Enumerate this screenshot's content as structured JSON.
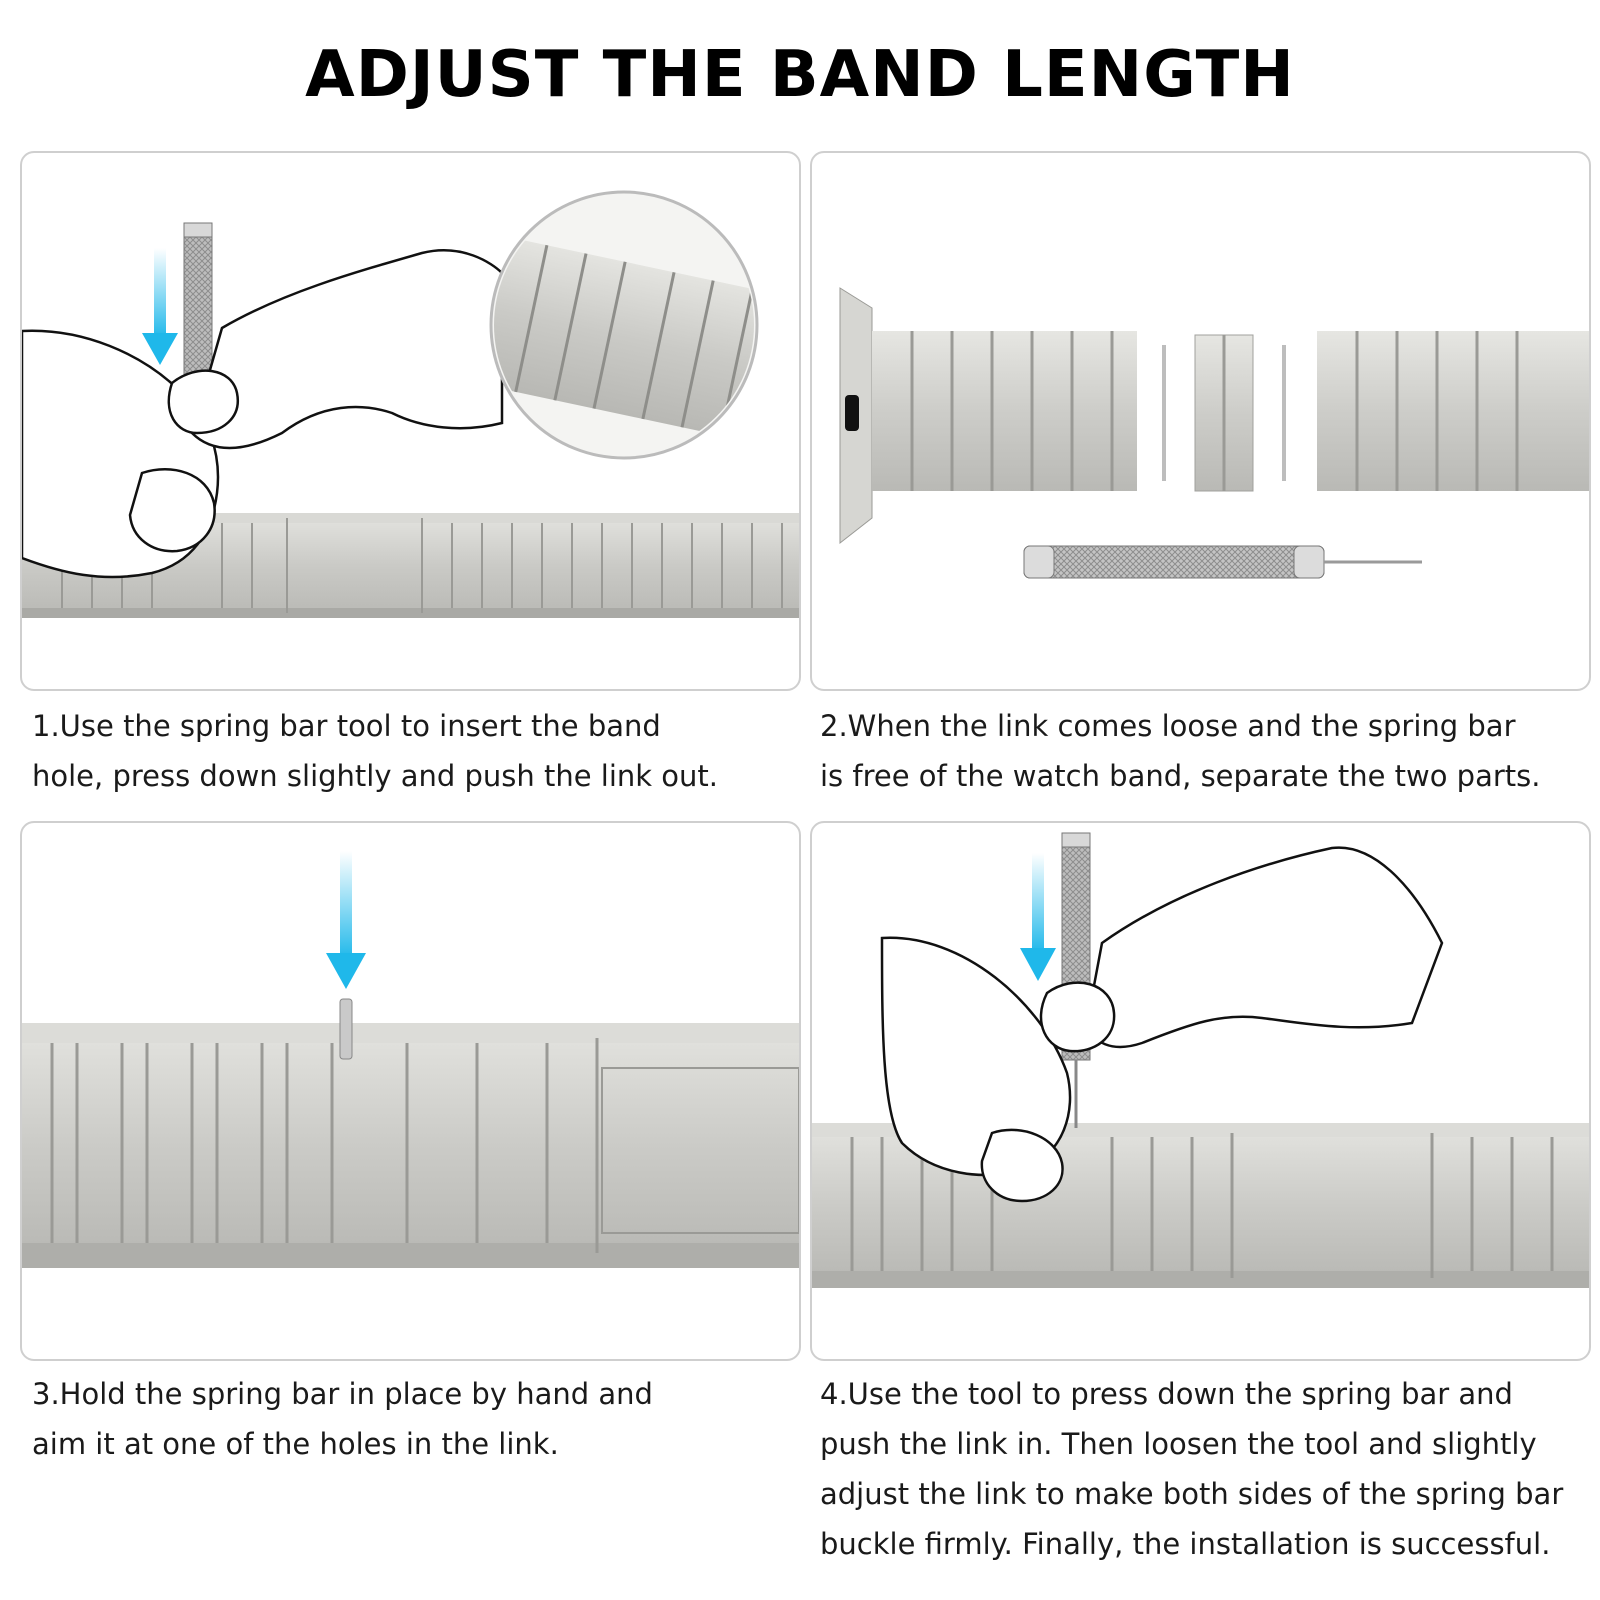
{
  "title": "ADJUST THE BAND LENGTH",
  "steps": [
    {
      "lines": [
        "1.Use the spring bar tool to insert the band",
        "hole, press down slightly and push the link out."
      ]
    },
    {
      "lines": [
        "2.When the link comes loose and the spring bar",
        "is free of the watch band, separate the two parts."
      ]
    },
    {
      "lines": [
        "3.Hold the spring bar in place by hand and",
        "aim it at one of the holes in the link."
      ]
    },
    {
      "lines": [
        "4.Use the tool to press down the spring bar and",
        "push the link in. Then loosen the tool and slightly",
        "adjust the link to make both sides of the spring bar",
        "buckle firmly. Finally, the installation is successful."
      ]
    }
  ],
  "colors": {
    "arrow": "#1fb8ea",
    "band": "#cfcfcb",
    "panel_border": "#cfcfcf"
  }
}
